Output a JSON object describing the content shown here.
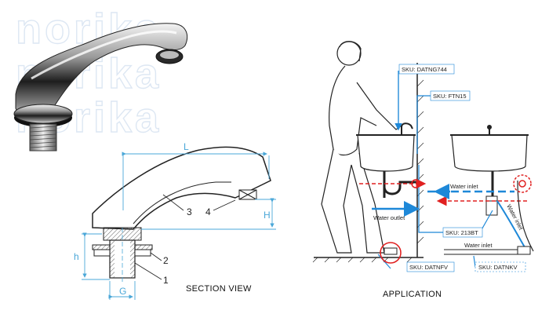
{
  "watermark": {
    "brand_line_1": "norika",
    "brand_line_2": "norika",
    "brand_line_3": "norika"
  },
  "section_view": {
    "caption": "SECTION VIEW",
    "dimension_labels": {
      "length": "L",
      "height_spout": "H",
      "height_base": "h",
      "thread": "G"
    },
    "part_numbers": [
      "1",
      "2",
      "3",
      "4"
    ]
  },
  "application": {
    "caption": "APPLICATION",
    "skus": {
      "faucet": "SKU: DATNG744",
      "filter": "SKU: FTN15",
      "valve": "SKU: 213BT",
      "foot_valve": "SKU: DATNFV",
      "connector": "SKU: DATNKV"
    },
    "flow_labels": {
      "water_outlet": "Water outlet",
      "water_inlet_top": "Water inlet",
      "water_inlet_bottom": "Water inlet",
      "water_inlet_diagonal": "Water inlet"
    }
  },
  "colors": {
    "dimension": "#4aa7d8",
    "flow_blue": "#1e88d8",
    "flow_red": "#e02020",
    "chrome": "#3a3a3a"
  }
}
